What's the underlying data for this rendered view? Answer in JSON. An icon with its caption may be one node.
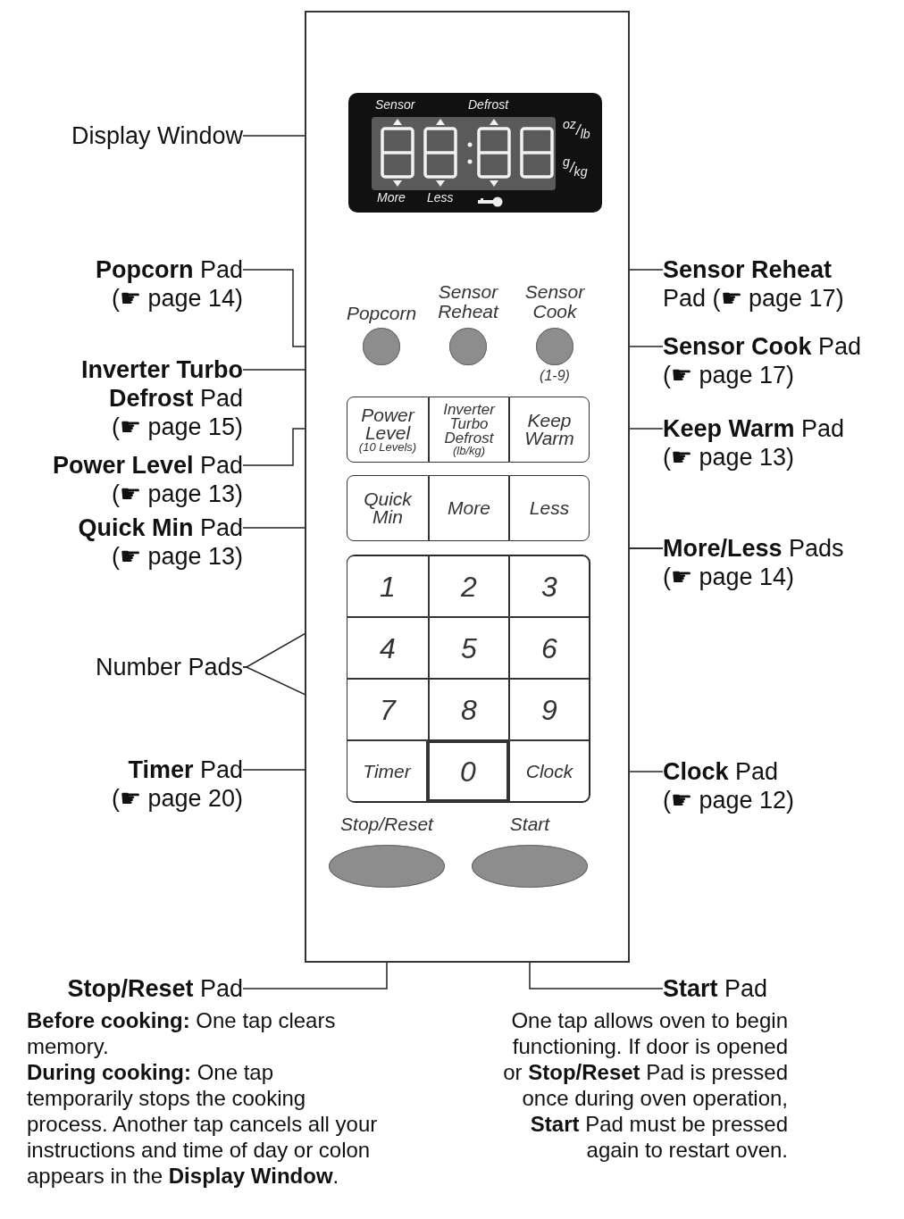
{
  "diagram": {
    "nodes": [
      {
        "text": [],
        "shape": "box"
      },
      {
        "text": [
          "Sensor",
          "Defrost",
          "More",
          "Less",
          "$^{oz}$/$_{lb}$",
          "$^{g}$/$_{kg}$"
        ],
        "in": 0
      },
      {
        "text": [],
        "shape": "circle",
        "in": 0,
        "beside": [
          "Popcorn"
        ]
      },
      {
        "text": [],
        "shape": "circle",
        "in": 0,
        "beside": [
          "Sensor Reheat"
        ]
      },
      {
        "text": [],
        "shape": "circle",
        "in": 0,
        "beside": [
          "Sensor Cook",
          "(1-9)"
        ]
      },
      {
        "text": [
          "Power Level",
          "(10 Levels)"
        ],
        "in": 0
      },
      {
        "text": [
          "Inverter Turbo Defrost",
          "(lb/kg)"
        ],
        "in": 0
      },
      {
        "text": [
          "Keep Warm"
        ],
        "in": 0
      },
      {
        "text": [
          "Quick Min"
        ],
        "in": 0
      },
      {
        "text": [
          "More"
        ],
        "in": 0
      },
      {
        "text": [
          "Less"
        ],
        "in": 0
      },
      {
        "text": [
          "1"
        ],
        "in": 0
      },
      {
        "text": [
          "2"
        ],
        "in": 0
      },
      {
        "text": [
          "3"
        ],
        "in": 0
      },
      {
        "text": [
          "4"
        ],
        "in": 0
      },
      {
        "text": [
          "5"
        ],
        "in": 0
      },
      {
        "text": [
          "6"
        ],
        "in": 0
      },
      {
        "text": [
          "7"
        ],
        "in": 0
      },
      {
        "text": [
          "8"
        ],
        "in": 0
      },
      {
        "text": [
          "9"
        ],
        "in": 0
      },
      {
        "text": [
          "Timer"
        ],
        "in": 0
      },
      {
        "text": [
          "0"
        ],
        "in": 0
      },
      {
        "text": [
          "Clock"
        ],
        "in": 0
      },
      {
        "text": [],
        "shape": "ellipse",
        "in": 0,
        "beside": [
          "Stop/Reset"
        ]
      },
      {
        "text": [],
        "shape": "ellipse",
        "in": 0,
        "beside": [
          "Start"
        ]
      },
      {
        "text": [
          "Display Window"
        ]
      },
      {
        "text": [
          "**Popcorn** Pad (☛ page 14)"
        ]
      },
      {
        "text": [
          "**Sensor Reheat** Pad (☛ page 17)"
        ]
      },
      {
        "text": [
          "**Sensor Cook** Pad (☛ page 17)"
        ]
      },
      {
        "text": [
          "**Inverter Turbo Defrost** Pad (☛ page 15)"
        ]
      },
      {
        "text": [
          "**Power Level** Pad (☛ page 13)"
        ]
      },
      {
        "text": [
          "**Keep Warm** Pad (☛ page 13)"
        ]
      },
      {
        "text": [
          "**Quick Min** Pad (☛ page 13)"
        ]
      },
      {
        "text": [
          "**More/Less** Pads (☛ page 14)"
        ]
      },
      {
        "text": [
          "Number Pads"
        ]
      },
      {
        "text": [
          "**Timer** Pad (☛ page 20)"
        ]
      },
      {
        "text": [
          "**Clock** Pad (☛ page 12)"
        ]
      },
      {
        "text": [
          "**Stop/Reset** Pad"
        ],
        "beside": [
          "**Before cooking:** One tap clears memory.",
          "**During cooking:** One tap temporarily stops the cooking process. Another tap cancels all your instructions and time of day or colon appears in the **Display Window**."
        ]
      },
      {
        "text": [
          "**Start** Pad"
        ],
        "beside": [
          "One tap allows oven to begin functioning. If door is opened or **Stop/Reset** Pad is pressed once during oven operation, **Start** Pad must be pressed again to restart oven."
        ]
      }
    ],
    "edges": [
      {
        "from": 25,
        "to": 1,
        "arrow": "none"
      },
      {
        "from": 26,
        "to": 2,
        "arrow": "none"
      },
      {
        "from": 27,
        "to": 3,
        "arrow": "none"
      },
      {
        "from": 28,
        "to": 4,
        "arrow": "none"
      },
      {
        "from": 29,
        "to": 6,
        "arrow": "none"
      },
      {
        "from": 30,
        "to": 5,
        "arrow": "none"
      },
      {
        "from": 31,
        "to": 7,
        "arrow": "none"
      },
      {
        "from": 32,
        "to": 8,
        "arrow": "none"
      },
      {
        "from": 33,
        "to": 9,
        "arrow": "none"
      },
      {
        "from": 33,
        "to": 10,
        "arrow": "none"
      },
      {
        "from": 34,
        "to": 11,
        "arrow": "none"
      },
      {
        "from": 34,
        "to": 21,
        "arrow": "none"
      },
      {
        "from": 35,
        "to": 20,
        "arrow": "none"
      },
      {
        "from": 36,
        "to": 22,
        "arrow": "none"
      },
      {
        "from": 37,
        "to": 23,
        "arrow": "none"
      },
      {
        "from": 38,
        "to": 24,
        "arrow": "none"
      }
    ]
  }
}
